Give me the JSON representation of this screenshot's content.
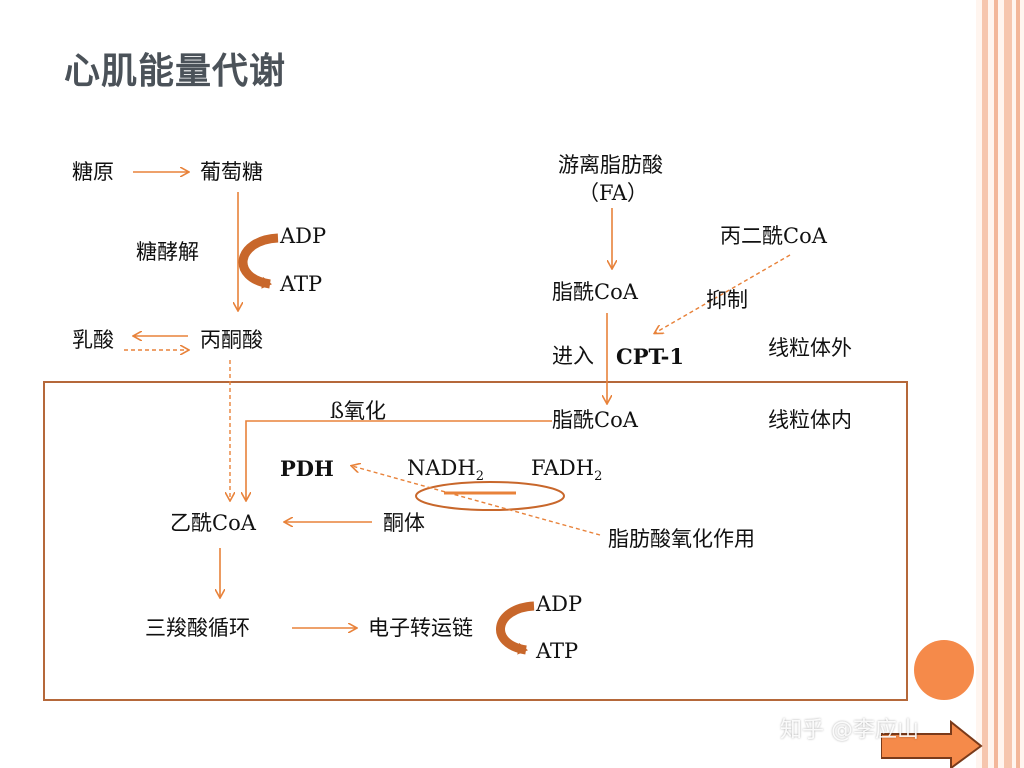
{
  "slide": {
    "title": "心肌能量代谢",
    "labels": {
      "glycogen": "糖原",
      "glucose": "葡萄糖",
      "glycolysis": "糖酵解",
      "adp_top": "ADP",
      "atp_top": "ATP",
      "lactate": "乳酸",
      "pyruvate": "丙酮酸",
      "ffa": "游离脂肪酸",
      "fa": "（FA）",
      "malonyl_coa": "丙二酰CoA",
      "acyl_coa_outer": "脂酰CoA",
      "inhibit": "抑制",
      "enter": "进入",
      "cpt1": "CPT-1",
      "outer_mito": "线粒体外",
      "beta_ox": "ß氧化",
      "acyl_coa_inner": "脂酰CoA",
      "inner_mito": "线粒体内",
      "pdh": "PDH",
      "nadh": "NADH",
      "fadh": "FADH",
      "sub2": "2",
      "acetyl_coa": "乙酰CoA",
      "ketone": "酮体",
      "fa_oxidation": "脂肪酸氧化作用",
      "tca": "三羧酸循环",
      "etc": "电子转运链",
      "adp_bottom": "ADP",
      "atp_bottom": "ATP"
    },
    "watermark": "知乎 @李应山"
  },
  "colors": {
    "accent": "#e8823a",
    "box_border": "#b5683a",
    "curve": "#c8672b",
    "title": "#4b5259",
    "stripe": "#f3b79a"
  },
  "nav": {
    "next_icon": "arrow-right-icon",
    "circle_icon": "circle-icon"
  }
}
